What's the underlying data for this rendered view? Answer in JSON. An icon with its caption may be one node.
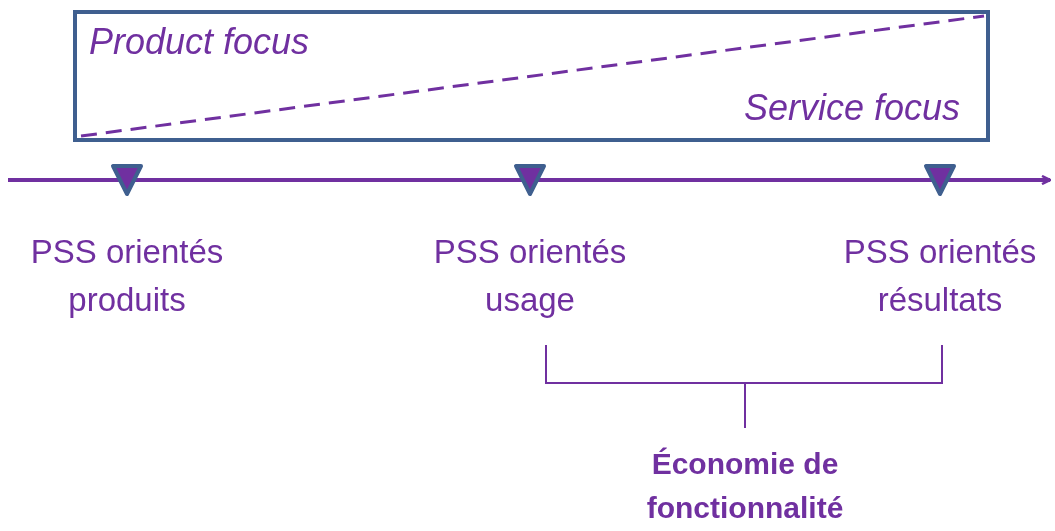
{
  "diagram": {
    "nodes": [
      {
        "text": [
          "Product focus",
          "Service focus"
        ]
      }
    ],
    "edges": [],
    "labels": [
      "PSS orientés produits",
      "PSS orientés usage",
      "PSS orientés résultats",
      "Économie de fonctionnalité"
    ]
  }
}
